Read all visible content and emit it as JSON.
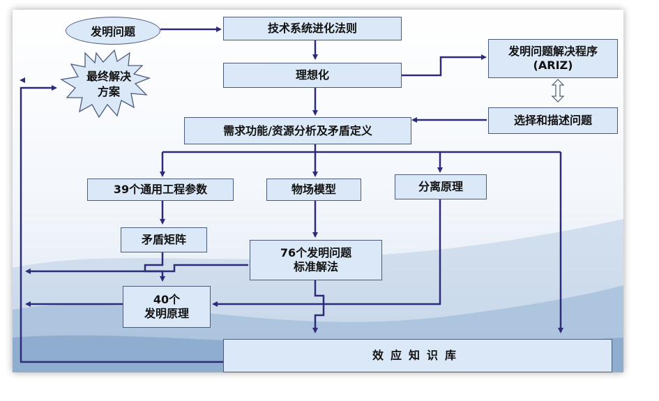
{
  "colors": {
    "box_fill": "#dbe8f7",
    "box_border": "#4a5a7a",
    "arrow": "#2e2a7a"
  },
  "nodes": {
    "invention_problem": "发明问题",
    "evolution_laws": "技术系统进化法则",
    "ariz_line1": "发明问题解决程序",
    "ariz_line2": "(ARIZ)",
    "ideality": "理想化",
    "final_solution_line1": "最终解决",
    "final_solution_line2": "方案",
    "select_describe": "选择和描述问题",
    "demand_analysis": "需求功能/资源分析及矛盾定义",
    "engineering_params": "39个通用工程参数",
    "substance_field": "物场模型",
    "separation": "分离原理",
    "contradiction_matrix": "矛盾矩阵",
    "standard_solutions_line1": "76个发明问题",
    "standard_solutions_line2": "标准解法",
    "principles_line1": "40个",
    "principles_line2": "发明原理",
    "effects_kb": "效应知识库"
  }
}
